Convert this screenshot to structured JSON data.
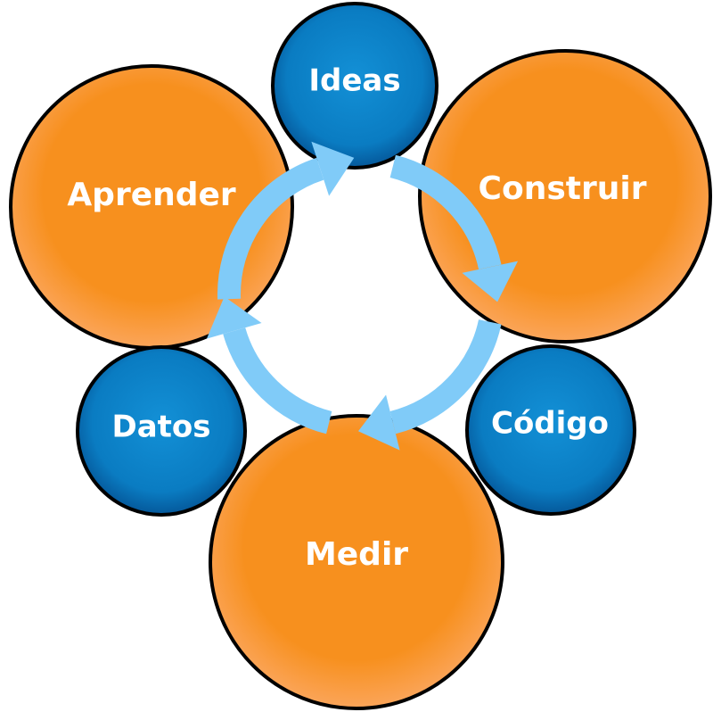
{
  "colors": {
    "orange": "#f7901e",
    "orange_light": "#fbb063",
    "blue": "#0a7cc2",
    "blue_dark": "#05589a",
    "arrow": "#80cbf8",
    "outline": "#000000"
  },
  "nodes": {
    "aprender": "Aprender",
    "ideas": "Ideas",
    "construir": "Construir",
    "codigo": "Código",
    "datos": "Datos",
    "medir": "Medir"
  }
}
